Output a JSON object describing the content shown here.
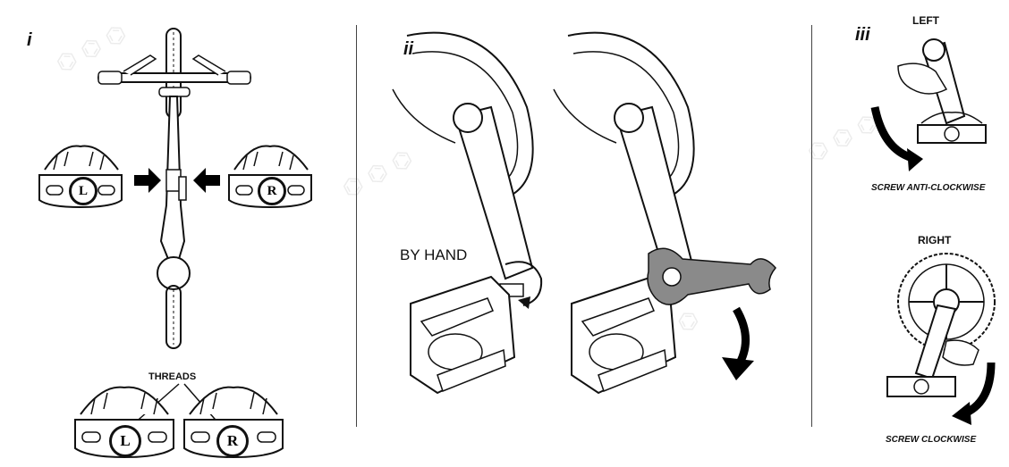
{
  "panels": [
    {
      "numeral": "i"
    },
    {
      "numeral": "ii"
    },
    {
      "numeral": "iii"
    }
  ],
  "panel_i": {
    "pedal_left_letter": "L",
    "pedal_right_letter": "R",
    "threads_label": "THREADS",
    "bottom_left_letter": "L",
    "bottom_right_letter": "R"
  },
  "panel_ii": {
    "by_hand_label": "BY HAND"
  },
  "panel_iii": {
    "left_title": "LEFT",
    "left_caption": "SCREW ANTI-CLOCKWISE",
    "right_title": "RIGHT",
    "right_caption": "SCREW CLOCKWISE"
  },
  "colors": {
    "line": "#111111",
    "wrench": "#8a8a8a",
    "arrow": "#000000",
    "watermark": "#ececec"
  }
}
